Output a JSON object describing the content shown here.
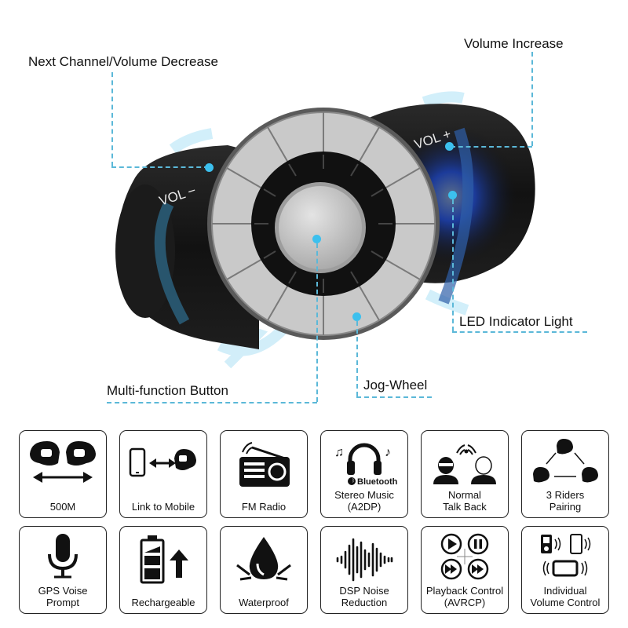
{
  "diagram": {
    "device_labels": {
      "vol_minus": "VOL −",
      "vol_plus": "VOL +"
    },
    "callouts": [
      {
        "id": "next-channel",
        "label": "Next Channel/Volume Decrease"
      },
      {
        "id": "volume-increase",
        "label": "Volume Increase"
      },
      {
        "id": "led-indicator",
        "label": "LED Indicator Light"
      },
      {
        "id": "multi-function",
        "label": "Multi-function Button"
      },
      {
        "id": "jog-wheel",
        "label": "Jog-Wheel"
      }
    ],
    "accent_color": "#3cc0ee",
    "dash_color": "#5bb8d8"
  },
  "features": [
    {
      "icon": "helmets-range-icon",
      "line1": "500M",
      "line2": ""
    },
    {
      "icon": "phone-to-helmet-icon",
      "line1": "Link to Mobile",
      "line2": ""
    },
    {
      "icon": "radio-icon",
      "line1": "FM Radio",
      "line2": ""
    },
    {
      "icon": "headphones-bluetooth-icon",
      "line1": "Stereo Music",
      "line2": "(A2DP)",
      "brand": "Bluetooth"
    },
    {
      "icon": "talk-back-icon",
      "line1": "Normal",
      "line2": "Talk Back"
    },
    {
      "icon": "three-riders-icon",
      "line1": "3 Riders",
      "line2": "Pairing"
    },
    {
      "icon": "microphone-icon",
      "line1": "GPS Voise",
      "line2": "Prompt"
    },
    {
      "icon": "battery-charge-icon",
      "line1": "Rechargeable",
      "line2": ""
    },
    {
      "icon": "water-drop-icon",
      "line1": "Waterproof",
      "line2": ""
    },
    {
      "icon": "sound-wave-icon",
      "line1": "DSP Noise",
      "line2": "Reduction"
    },
    {
      "icon": "playback-controls-icon",
      "line1": "Playback Control",
      "line2": "(AVRCP)"
    },
    {
      "icon": "devices-volume-icon",
      "line1": "Individual",
      "line2": "Volume Control"
    }
  ]
}
